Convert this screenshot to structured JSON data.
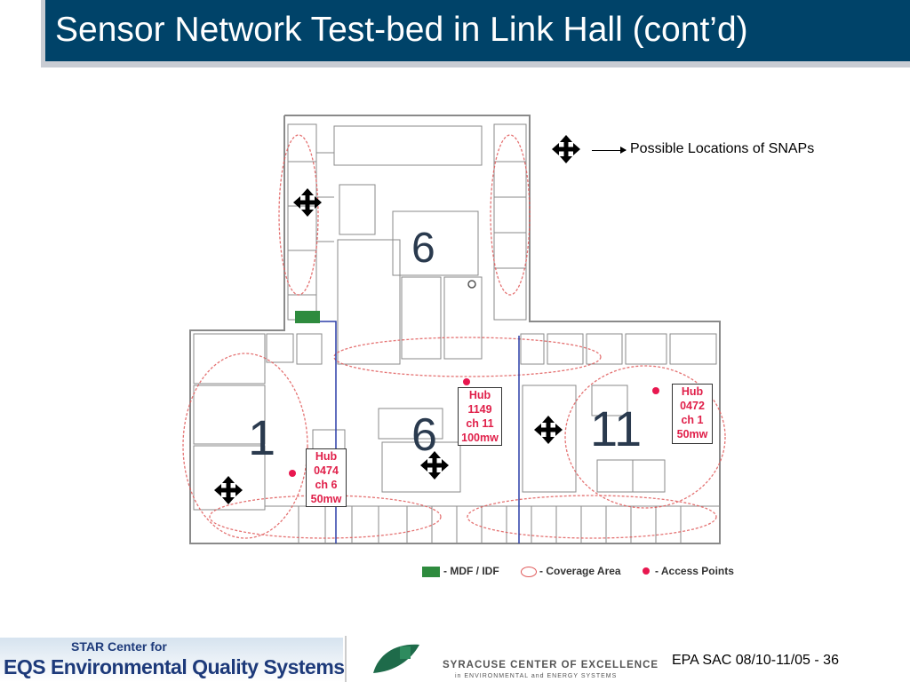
{
  "slide": {
    "title": "Sensor Network Test-bed in Link Hall (cont’d)",
    "legend_label": "Possible Locations of SNAPs"
  },
  "floorplan": {
    "zones": [
      "6",
      "1",
      "6",
      "11"
    ],
    "hubs": [
      {
        "lines": [
          "Hub",
          "1149",
          "ch 11",
          "100mw"
        ]
      },
      {
        "lines": [
          "Hub",
          "0472",
          "ch 1",
          "50mw"
        ]
      },
      {
        "lines": [
          "Hub",
          "0474",
          "ch 6",
          "50mw"
        ]
      }
    ],
    "key": {
      "mdf": "- MDF / IDF",
      "coverage": "- Coverage Area",
      "access": "-  Access Points"
    },
    "colors": {
      "hub_text": "#e0204a",
      "access_point": "#e8174f",
      "mdf": "#2e8b3e",
      "coverage": "#e05a5a",
      "wire": "#2b3fa8"
    }
  },
  "footer": {
    "logo_left_line1": "STAR Center for",
    "logo_left_line2": "EQS Environmental Quality Systems",
    "logo_right_line1": "SYRACUSE CENTER OF EXCELLENCE",
    "logo_right_line2": "in ENVIRONMENTAL and ENERGY SYSTEMS",
    "slide_ref": "EPA SAC 08/10-11/05 - 36"
  }
}
